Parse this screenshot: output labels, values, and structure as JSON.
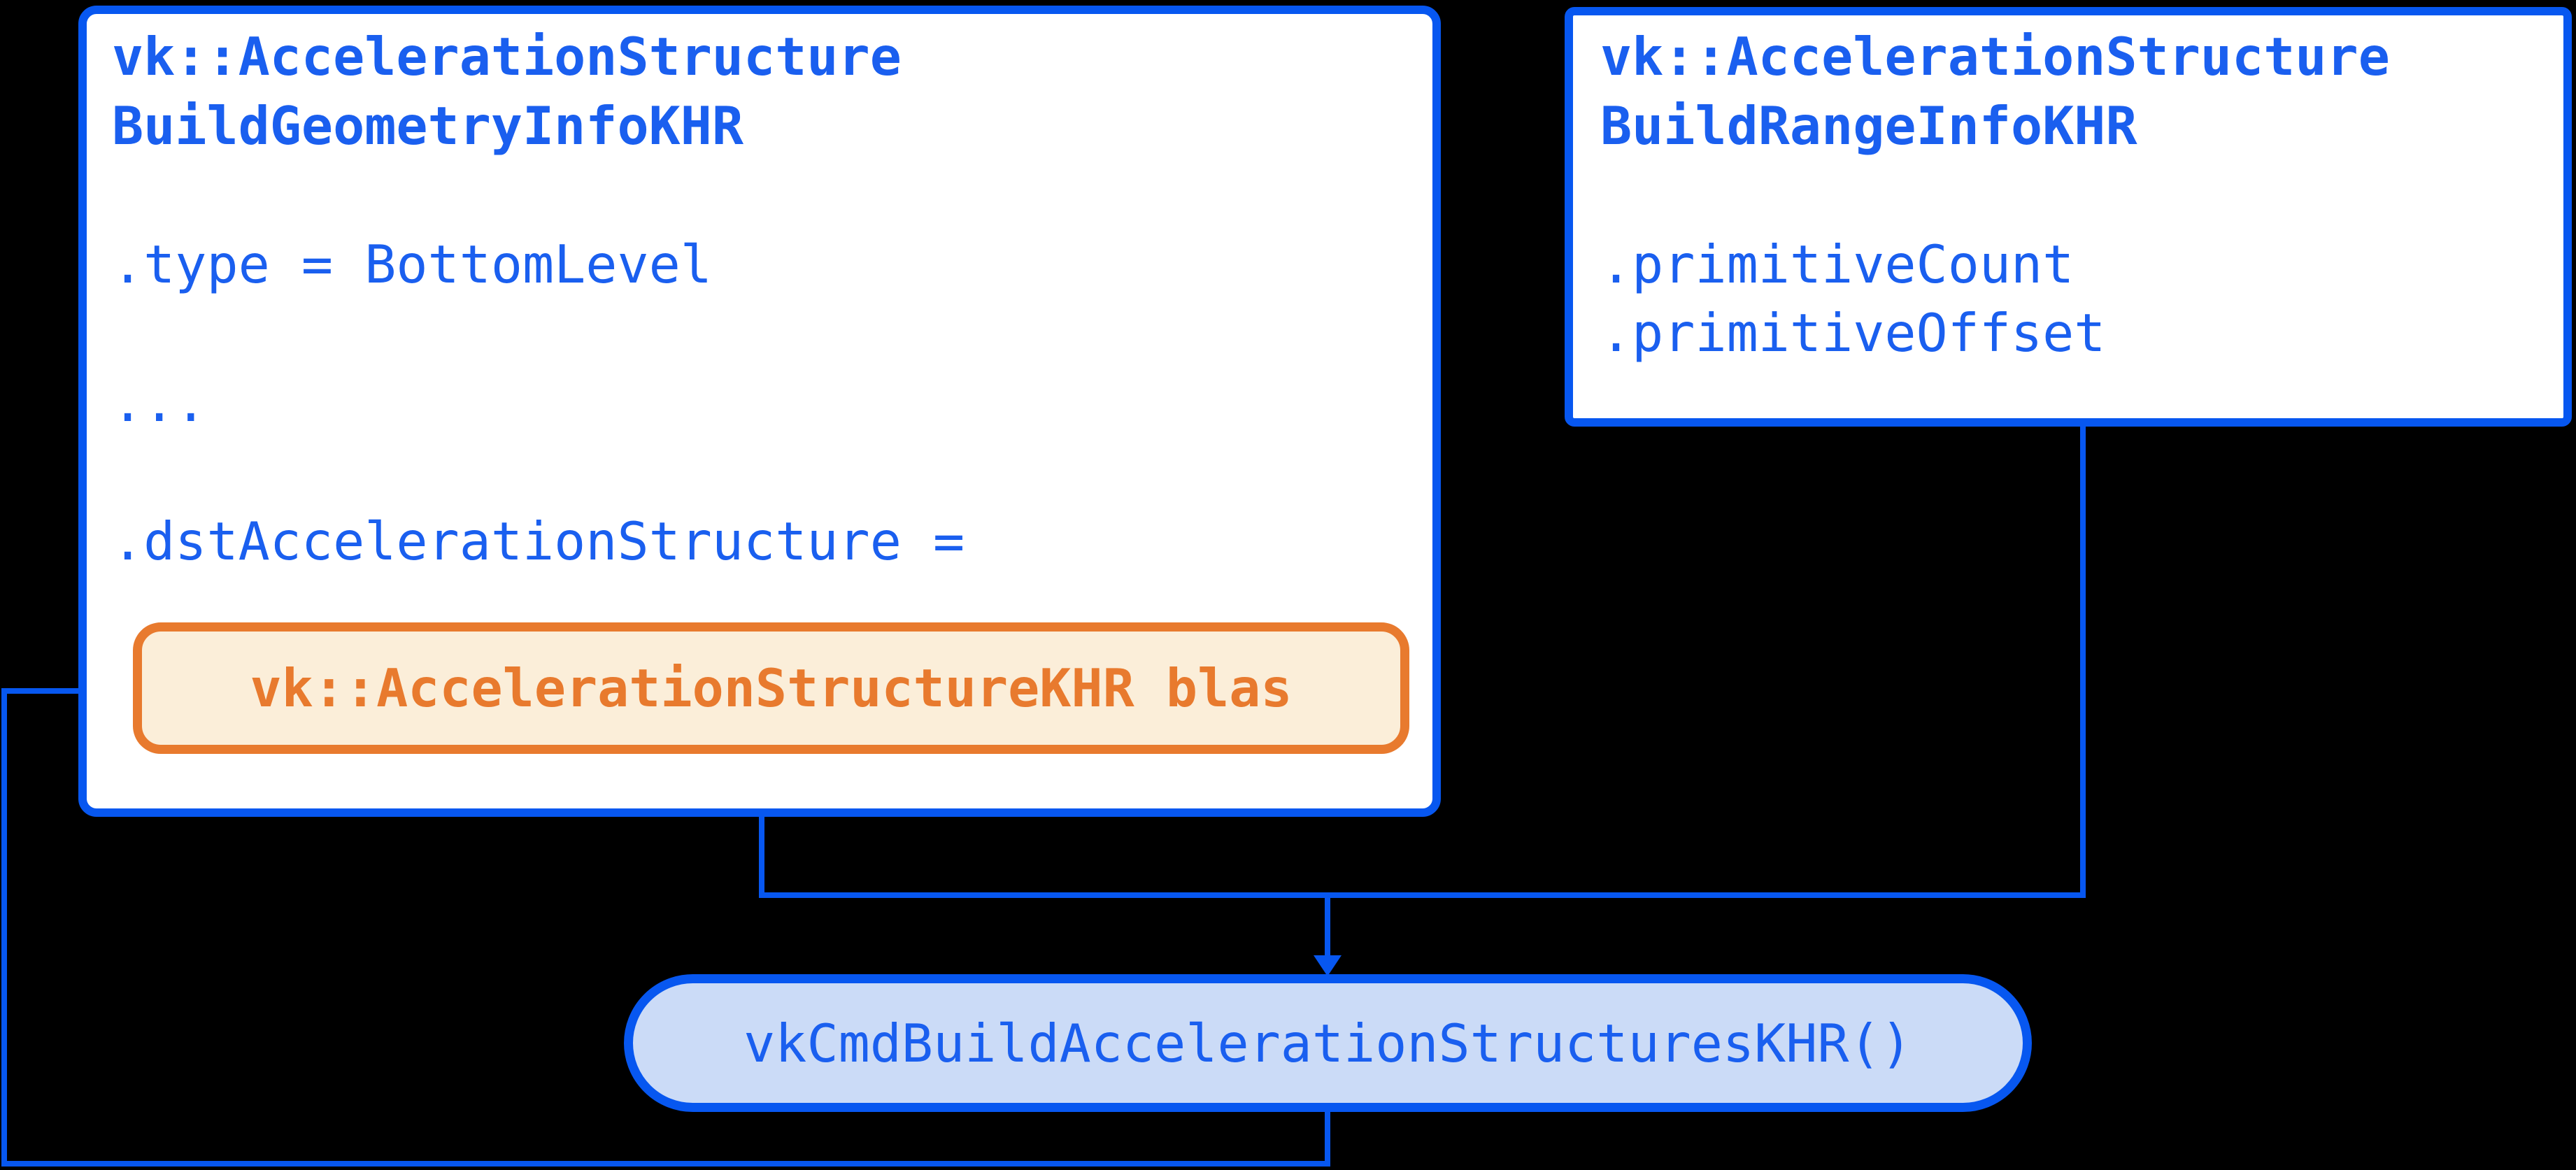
{
  "diagram": {
    "background": "#000000",
    "colors": {
      "blue_accent": "#0757f0",
      "blue_text": "#1a5fef",
      "pill_fill": "#cbdbf7",
      "orange_accent": "#e87a2e",
      "orange_fill": "#fbeed9",
      "box_fill": "#ffffff"
    },
    "geometry_info_box": {
      "title_line1": "vk::AccelerationStructure",
      "title_line2": "BuildGeometryInfoKHR",
      "field_type": ".type = BottomLevel",
      "ellipsis": "...",
      "field_dst": ".dstAccelerationStructure ="
    },
    "blas_node": {
      "label": "vk::AccelerationStructureKHR blas"
    },
    "range_info_box": {
      "title_line1": "vk::AccelerationStructure",
      "title_line2": "BuildRangeInfoKHR",
      "field_primitive_count": ".primitiveCount",
      "field_primitive_offset": ".primitiveOffset"
    },
    "build_command_node": {
      "label": "vkCmdBuildAccelerationStructuresKHR()"
    }
  }
}
